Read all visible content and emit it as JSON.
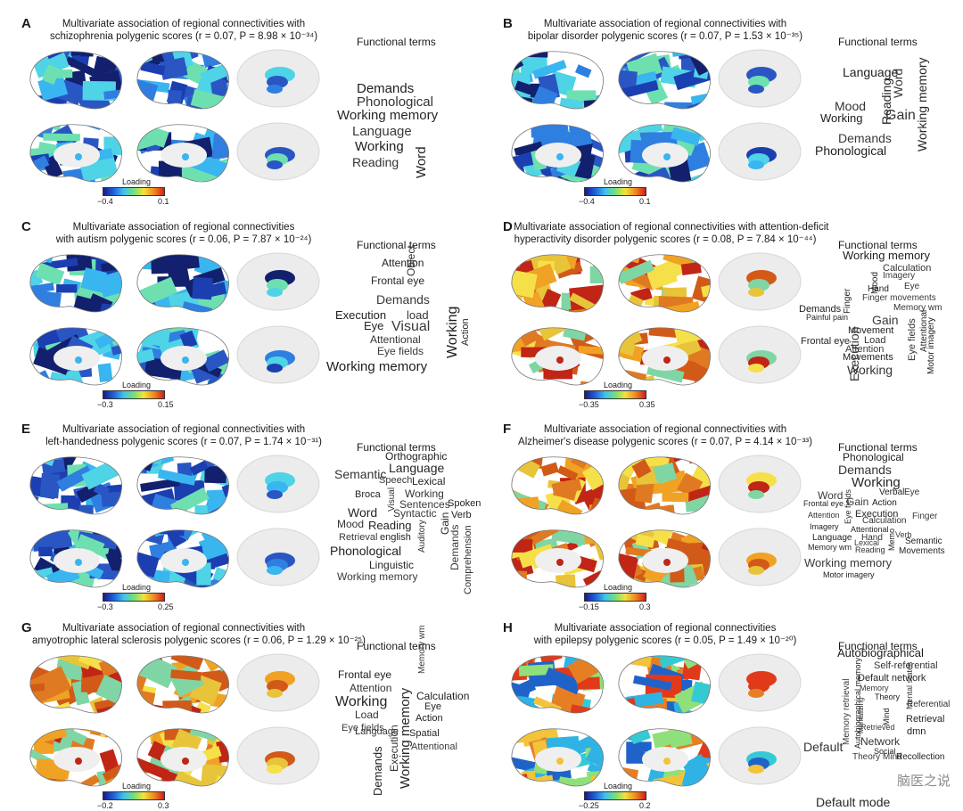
{
  "figure": {
    "common": {
      "functional_terms_header": "Functional terms",
      "colorbar_label": "Loading"
    },
    "panels": [
      {
        "label": "A",
        "title": [
          "Multivariate association of regional connectivities with",
          "schizophrenia polygenic scores (r = 0.07, P = 8.98 × 10⁻³⁴)"
        ],
        "cb_min": "−0.4",
        "cb_max": "0.1",
        "palette": "cool",
        "words": [
          "Demands",
          "Phonological",
          "Working memory",
          "Language",
          "Working",
          "Reading",
          "Word"
        ]
      },
      {
        "label": "B",
        "title": [
          "Multivariate association of regional connectivities with",
          "bipolar disorder polygenic scores (r = 0.07, P = 1.53 × 10⁻³⁵)"
        ],
        "cb_min": "−0.4",
        "cb_max": "0.1",
        "palette": "cool",
        "words": [
          "Language",
          "Mood",
          "Reading",
          "Word",
          "Working",
          "Gain",
          "Working memory",
          "Demands",
          "Phonological"
        ]
      },
      {
        "label": "C",
        "title": [
          "Multivariate association of regional connectivities",
          "with autism polygenic scores (r = 0.06, P = 7.87 × 10⁻²⁴)"
        ],
        "cb_min": "−0.3",
        "cb_max": "0.15",
        "palette": "cool",
        "words": [
          "Attention",
          "Object",
          "Frontal eye",
          "Demands",
          "Execution",
          "load",
          "Eye",
          "Visual",
          "Working",
          "Attentional",
          "Action",
          "Eye fields",
          "Working memory"
        ]
      },
      {
        "label": "D",
        "title": [
          "Multivariate association of regional connectivities with attention-deficit",
          "hyperactivity disorder polygenic scores (r = 0.08, P = 7.84 × 10⁻⁴⁴)"
        ],
        "cb_min": "−0.35",
        "cb_max": "0.35",
        "palette": "warm",
        "words": [
          "Working memory",
          "Calculation",
          "Mood",
          "Imagery",
          "Hand",
          "Eye",
          "Finger",
          "Finger movements",
          "Demands",
          "Memory wm",
          "Painful pain",
          "Gain",
          "Movement",
          "Load",
          "Frontal eye",
          "Attention",
          "Movements",
          "Eye fields",
          "Attentional",
          "Execution",
          "Motor imagery",
          "Working"
        ]
      },
      {
        "label": "E",
        "title": [
          "Multivariate association of regional connectivities with",
          "left-handedness polygenic scores (r = 0.07, P = 1.74 × 10⁻³¹)"
        ],
        "cb_min": "−0.3",
        "cb_max": "0.25",
        "palette": "cool",
        "words": [
          "Orthographic",
          "Semantic",
          "Language",
          "Speech",
          "Lexical",
          "Working",
          "Broca",
          "Sentences",
          "Spoken",
          "Visual",
          "Word",
          "Syntactic",
          "Verb",
          "Mood",
          "Reading",
          "Retrieval",
          "english",
          "Auditory",
          "Gain",
          "Demands",
          "Phonological",
          "Comprehension",
          "Linguistic",
          "Working memory"
        ]
      },
      {
        "label": "F",
        "title": [
          "Multivariate association of regional connectivities with",
          "Alzheimer's disease polygenic scores (r = 0.07, P = 4.14 × 10⁻³³)"
        ],
        "cb_min": "−0.15",
        "cb_max": "0.3",
        "palette": "warm",
        "words": [
          "Phonological",
          "Demands",
          "Working",
          "Word",
          "Verbal",
          "Eye",
          "Frontal eye",
          "Gain",
          "Action",
          "Attention",
          "Execution",
          "Finger",
          "Imagery",
          "Calculation",
          "Attentional",
          "Verb",
          "Language",
          "Hand",
          "Memory wm",
          "Lexical",
          "Semantic",
          "Reading",
          "Movements",
          "Working memory",
          "Motor imagery",
          "Eye fields",
          "Memo"
        ]
      },
      {
        "label": "G",
        "title": [
          "Multivariate association of regional connectivities with",
          "amyotrophic lateral sclerosis polygenic scores (r = 0.06, P = 1.29 × 10⁻²⁵)"
        ],
        "cb_min": "−0.2",
        "cb_max": "0.3",
        "palette": "warm",
        "words": [
          "Frontal eye",
          "Attention",
          "Working",
          "Memory wm",
          "Calculation",
          "Load",
          "Eye",
          "Eye fields",
          "Action",
          "Language",
          "Spatial",
          "Attentional",
          "Demands",
          "Execution",
          "Working memory"
        ]
      },
      {
        "label": "H",
        "title": [
          "Multivariate association of regional connectivities",
          "with epilepsy polygenic scores (r = 0.05, P = 1.49 × 10⁻²⁰)"
        ],
        "cb_min": "−0.25",
        "cb_max": "0.2",
        "palette": "mixed",
        "words": [
          "Autobiographical",
          "Self-referential",
          "Default network",
          "Memory",
          "Theory",
          "Referential",
          "Retrieval",
          "Retrieved",
          "dmn",
          "Network",
          "Social",
          "Theory Mind",
          "Recollection",
          "Default",
          "Default mode",
          "Memory retrieval",
          "Autobiographical memory",
          "Mentalizing",
          "Mind",
          "Mental states"
        ]
      }
    ],
    "watermark": "脑医之说"
  }
}
